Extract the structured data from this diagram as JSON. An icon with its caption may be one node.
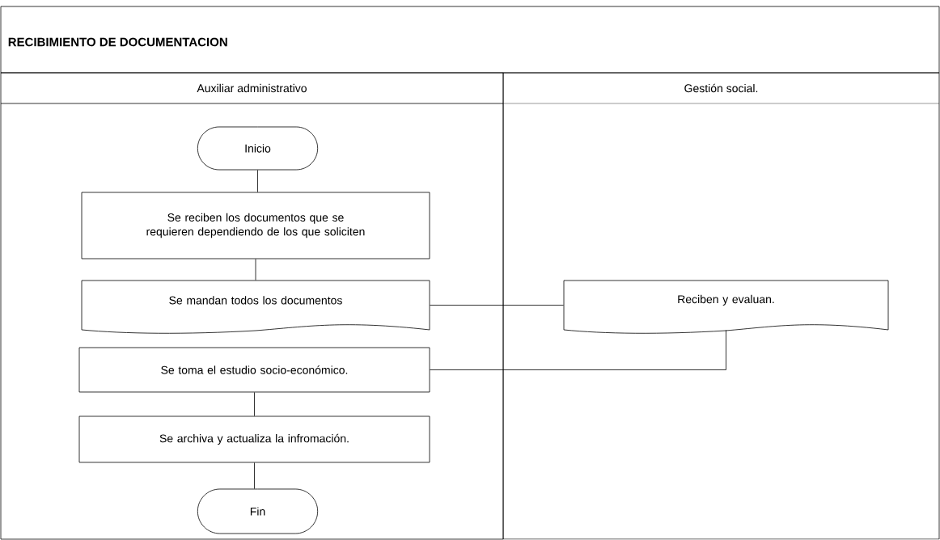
{
  "diagram": {
    "title": "RECIBIMIENTO DE DOCUMENTACION",
    "nodes": [
      {
        "text": [
          "Auxiliar administrativo"
        ]
      },
      {
        "text": [
          "Gestión social."
        ]
      },
      {
        "text": [
          "Inicio"
        ],
        "in": 0
      },
      {
        "text": [
          "Se reciben los documentos que se requieren dependiendo de los que soliciten"
        ],
        "in": 0
      },
      {
        "text": [
          "Se mandan todos los documentos"
        ],
        "in": 0
      },
      {
        "text": [
          "Se toma el estudio socio-económico."
        ],
        "in": 0
      },
      {
        "text": [
          "Se archiva y actualiza la infromación."
        ],
        "in": 0
      },
      {
        "text": [
          "Fin"
        ],
        "in": 0
      },
      {
        "text": [
          "Reciben y evaluan."
        ],
        "in": 1
      }
    ],
    "edges": [
      {
        "from": 2,
        "to": 3,
        "arrow": "none"
      },
      {
        "from": 3,
        "to": 4,
        "arrow": "none"
      },
      {
        "from": 4,
        "to": 8,
        "arrow": "none"
      },
      {
        "from": 8,
        "to": 5,
        "arrow": "none"
      },
      {
        "from": 5,
        "to": 6,
        "arrow": "none"
      },
      {
        "from": 6,
        "to": 7,
        "arrow": "none"
      }
    ]
  }
}
